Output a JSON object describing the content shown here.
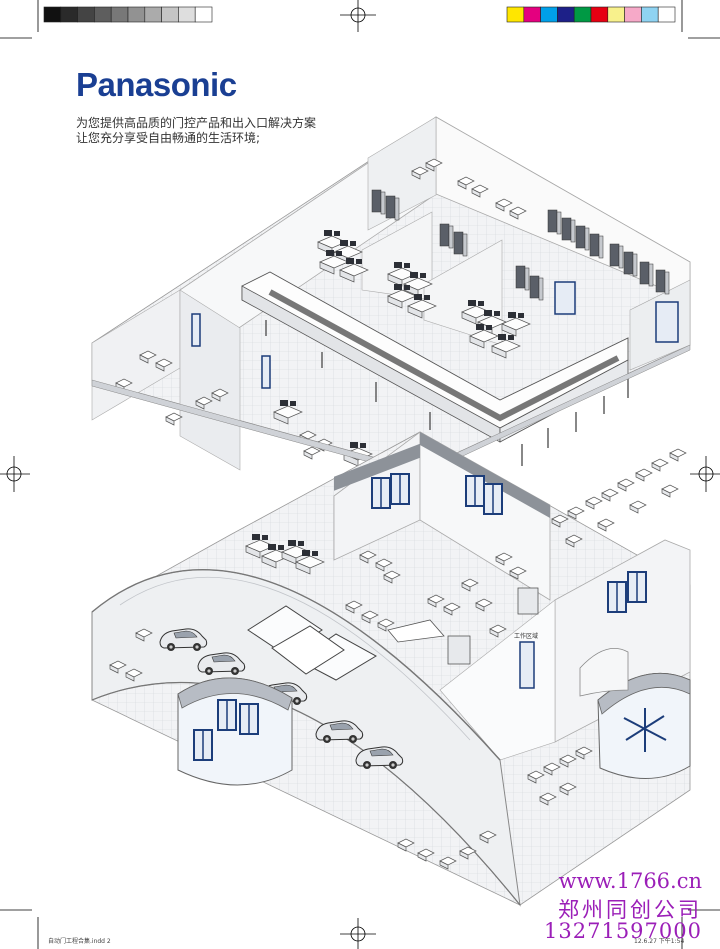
{
  "brand": {
    "logo_text": "Panasonic",
    "color": "#1a3f93"
  },
  "tagline": {
    "line1": "为您提供高品质的门控产品和出入口解决方案",
    "line2": "让您充分享受自由畅通的生活环境;"
  },
  "illustration": {
    "room_sign": "工作区域"
  },
  "watermark": {
    "url": "www.1766.cn",
    "company": "郑州同创公司",
    "phone": "13271597000",
    "color": "#9b1fb8"
  },
  "print_marks": {
    "gray_swatches": [
      "#111111",
      "#2a2a2a",
      "#444444",
      "#5e5e5e",
      "#787878",
      "#929292",
      "#ababab",
      "#c5c5c5",
      "#dedede",
      "#ffffff"
    ],
    "color_swatches": [
      "#ffe600",
      "#e4007f",
      "#00a0e9",
      "#1d2088",
      "#009944",
      "#e60012",
      "#f8f18c",
      "#f6a9c8",
      "#8fd3f2",
      "#ffffff"
    ],
    "slug_file": "自动门工程合集.indd 2",
    "slug_page": "12.6.27 下午1:54"
  }
}
